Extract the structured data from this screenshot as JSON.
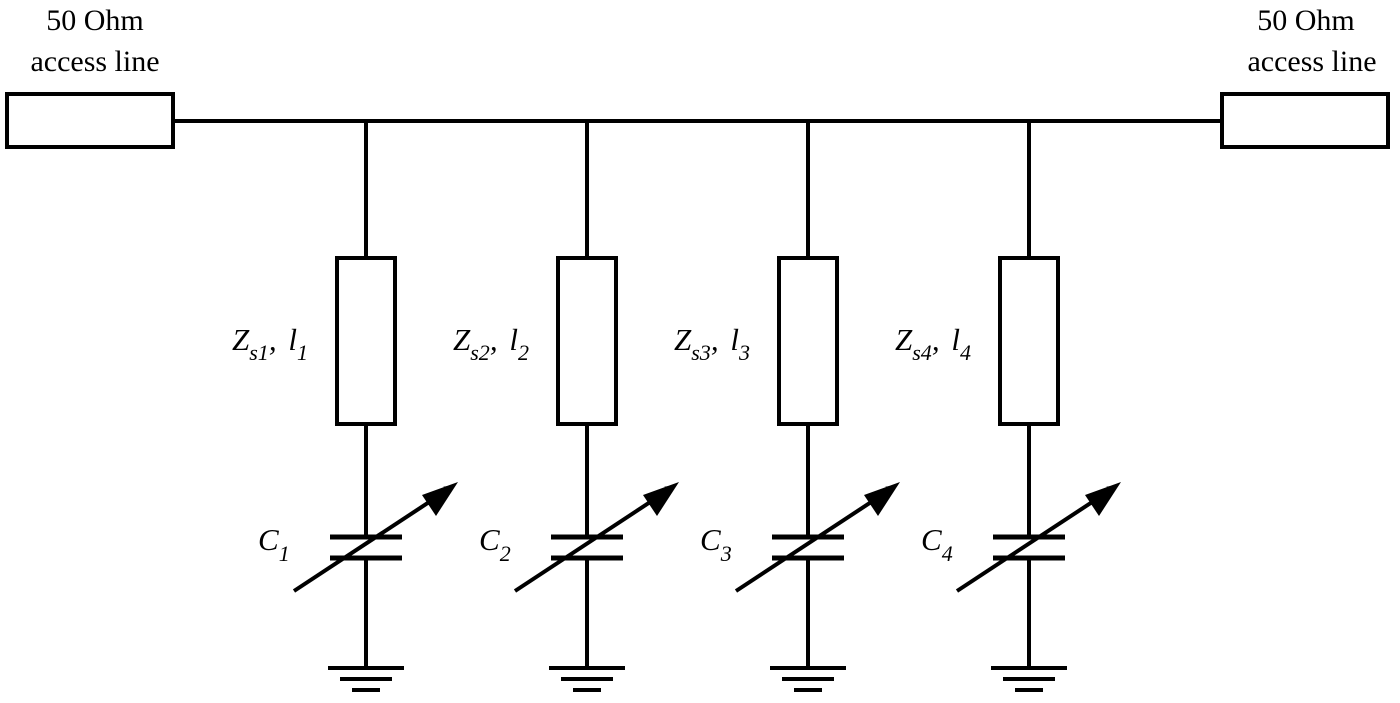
{
  "ports": {
    "left": {
      "line1": "50 Ohm",
      "line2": "access line"
    },
    "right": {
      "line1": "50 Ohm",
      "line2": "access line"
    }
  },
  "branches": [
    {
      "stub": {
        "z": "Z",
        "z_sub": "s1",
        "sep": ",",
        "l": "l",
        "l_sub": "1"
      },
      "cap": {
        "c": "C",
        "c_sub": "1"
      }
    },
    {
      "stub": {
        "z": "Z",
        "z_sub": "s2",
        "sep": ",",
        "l": "l",
        "l_sub": "2"
      },
      "cap": {
        "c": "C",
        "c_sub": "2"
      }
    },
    {
      "stub": {
        "z": "Z",
        "z_sub": "s3",
        "sep": ",",
        "l": "l",
        "l_sub": "3"
      },
      "cap": {
        "c": "C",
        "c_sub": "3"
      }
    },
    {
      "stub": {
        "z": "Z",
        "z_sub": "s4",
        "sep": ",",
        "l": "l",
        "l_sub": "4"
      },
      "cap": {
        "c": "C",
        "c_sub": "4"
      }
    }
  ],
  "colors": {
    "stroke": "#000000",
    "background": "#ffffff"
  },
  "icons": {
    "ground": "ground-symbol-icon",
    "variable_capacitor": "variable-capacitor-icon",
    "arrow": "tuning-arrow-icon"
  }
}
